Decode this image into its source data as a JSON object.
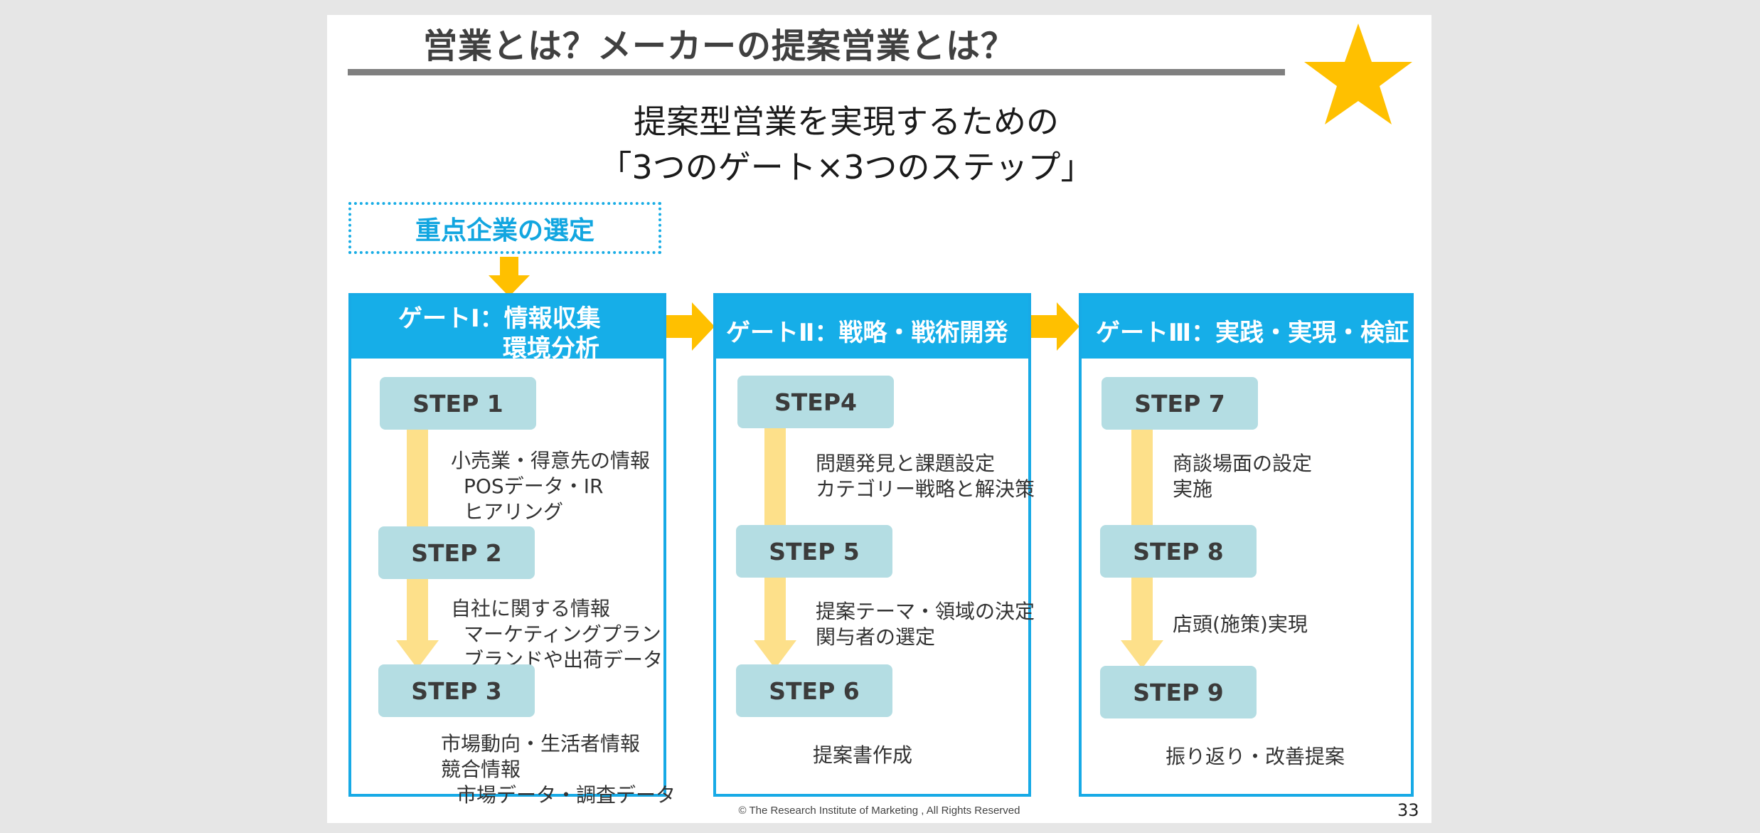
{
  "header": {
    "title": "営業とは？メーカーの提案営業とは？"
  },
  "subtitle": {
    "line1": "提案型営業を実現するための",
    "line2": "「3つのゲート×3つのステップ」"
  },
  "focus": {
    "label": "重点企業の選定"
  },
  "gates": [
    {
      "title_line1": "ゲートⅠ：情報収集",
      "title_line2": "環境分析",
      "steps": [
        {
          "label": "STEP 1",
          "desc": [
            "小売業・得意先の情報",
            "POSデータ・IR",
            "ヒアリング"
          ]
        },
        {
          "label": "STEP 2",
          "desc": [
            "自社に関する情報",
            "マーケティングプラン",
            "ブランドや出荷データ"
          ]
        },
        {
          "label": "STEP 3",
          "desc": [
            "市場動向・生活者情報",
            "競合情報",
            "市場データ・調査データ"
          ]
        }
      ]
    },
    {
      "title_line1": "ゲートⅡ：戦略・戦術開発",
      "steps": [
        {
          "label": "STEP4",
          "desc": [
            "問題発見と課題設定",
            "カテゴリー戦略と解決策"
          ]
        },
        {
          "label": "STEP 5",
          "desc": [
            "提案テーマ・領域の決定",
            "関与者の選定"
          ]
        },
        {
          "label": "STEP 6",
          "desc": [
            "提案書作成"
          ]
        }
      ]
    },
    {
      "title_line1": "ゲートⅢ：実践・実現・検証",
      "steps": [
        {
          "label": "STEP 7",
          "desc": [
            "商談場面の設定",
            "実施"
          ]
        },
        {
          "label": "STEP 8",
          "desc": [
            "店頭(施策)実現"
          ]
        },
        {
          "label": "STEP 9",
          "desc": [
            "振り返り・改善提案"
          ]
        }
      ]
    }
  ],
  "footer": {
    "copyright": "© The Research Institute of Marketing , All Rights Reserved",
    "page_number": "33"
  },
  "colors": {
    "gate_blue": "#16aee8",
    "step_fill": "#b4dde3",
    "arrow_orange": "#ffc000",
    "flow_yellow": "#fde08a",
    "star": "#ffc000",
    "rule_gray": "#7f7f7f"
  },
  "icons": {
    "star": "star-icon",
    "gate_arrow": "arrow-right-icon",
    "down_arrow": "arrow-down-icon"
  }
}
